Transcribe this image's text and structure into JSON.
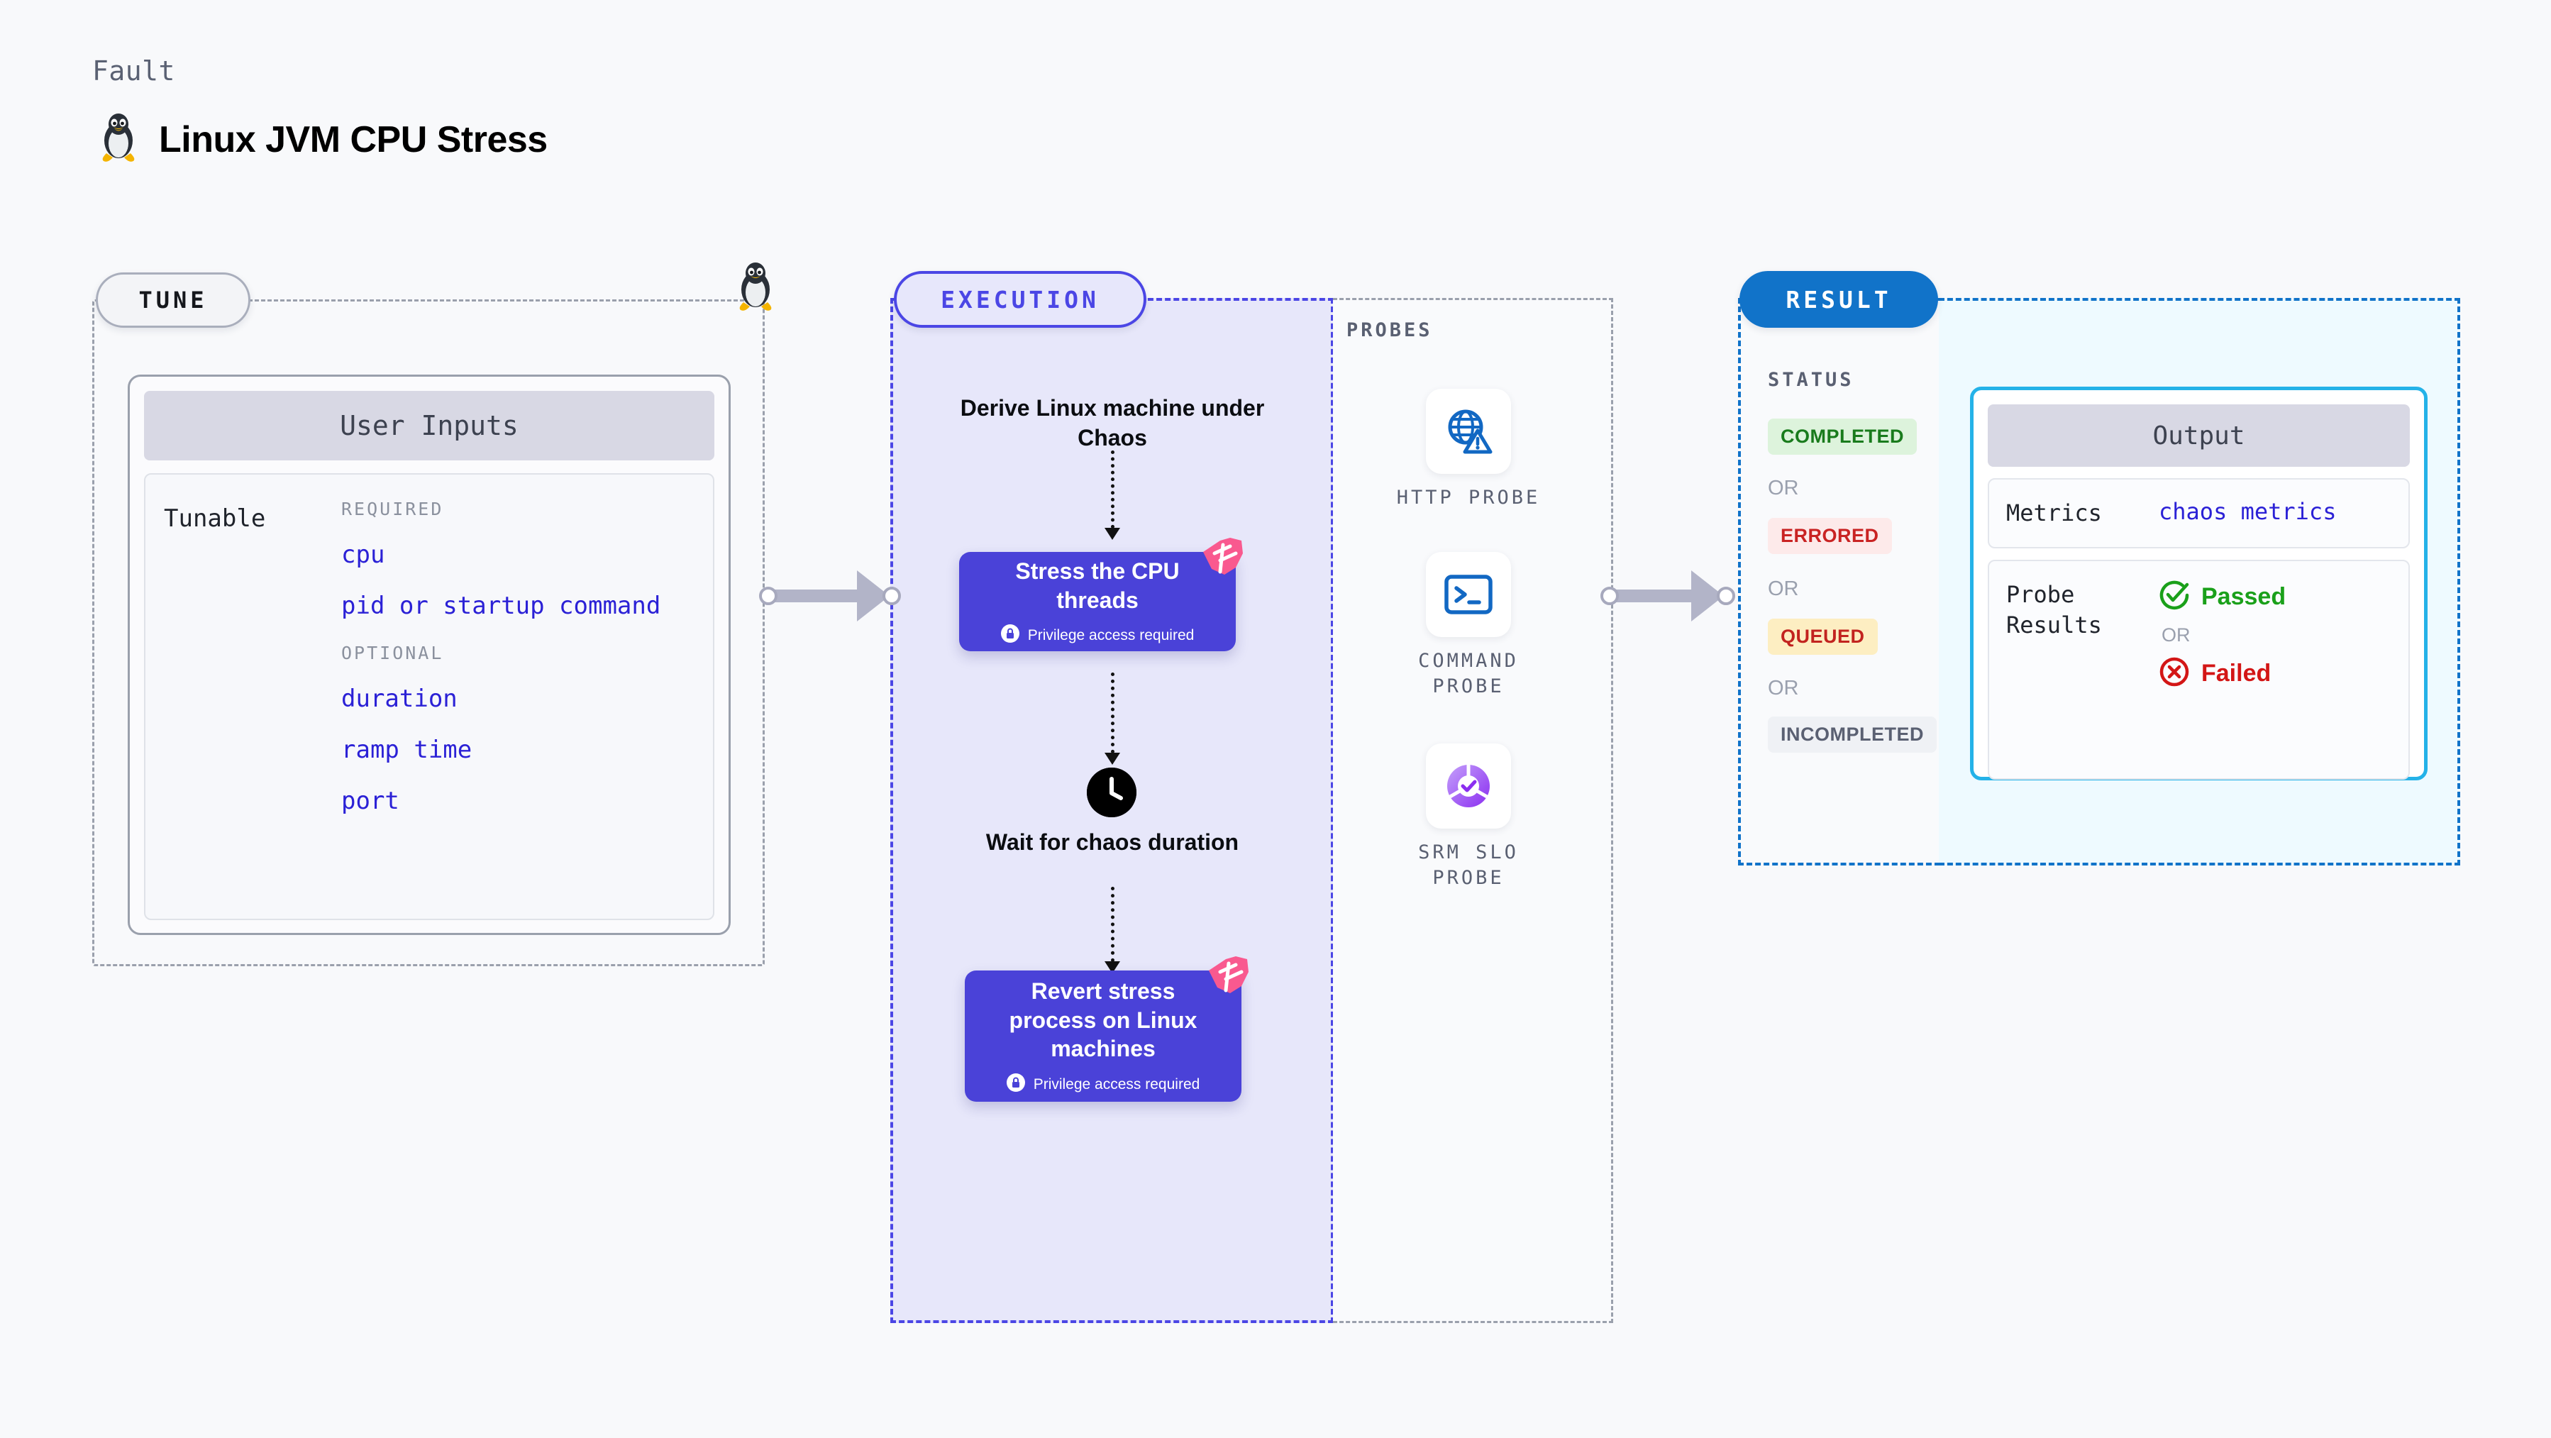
{
  "header": {
    "kicker": "Fault",
    "title": "Linux JVM CPU Stress",
    "icon": "linux-tux-icon"
  },
  "tune": {
    "pill_label": "TUNE",
    "card_title": "User Inputs",
    "tunable_label": "Tunable",
    "required_title": "REQUIRED",
    "optional_title": "OPTIONAL",
    "required_params": [
      "cpu",
      "pid or startup command"
    ],
    "optional_params": [
      "duration",
      "ramp time",
      "port"
    ]
  },
  "execution": {
    "pill_label": "EXECUTION",
    "steps": [
      {
        "type": "text",
        "label": "Derive Linux machine under Chaos"
      },
      {
        "type": "action",
        "label": "Stress the CPU threads",
        "privilege": "Privilege access required"
      },
      {
        "type": "wait",
        "label": "Wait for chaos duration",
        "icon": "clock-icon"
      },
      {
        "type": "action",
        "label": "Revert stress process on Linux machines",
        "privilege": "Privilege access required"
      }
    ]
  },
  "probes": {
    "title": "PROBES",
    "items": [
      {
        "label": "HTTP PROBE",
        "icon": "globe-warning-icon"
      },
      {
        "label": "COMMAND PROBE",
        "icon": "terminal-icon"
      },
      {
        "label": "SRM SLO PROBE",
        "icon": "slo-donut-check-icon"
      }
    ]
  },
  "result": {
    "pill_label": "RESULT",
    "status_title": "STATUS",
    "or_label": "OR",
    "statuses": [
      {
        "label": "COMPLETED",
        "color": "#197b1c",
        "bg": "#ddf3dc"
      },
      {
        "label": "ERRORED",
        "color": "#c92323",
        "bg": "#fdeaea"
      },
      {
        "label": "QUEUED",
        "color": "#c2231f",
        "bg": "#fdeec2"
      },
      {
        "label": "INCOMPLETED",
        "color": "#5a6072",
        "bg": "#eff1f5"
      }
    ],
    "output": {
      "title": "Output",
      "metrics_key": "Metrics",
      "metrics_value": "chaos metrics",
      "probe_results_key": "Probe Results",
      "passed_label": "Passed",
      "failed_label": "Failed",
      "or_label": "OR"
    }
  },
  "colors": {
    "accent_indigo": "#4b46e5",
    "accent_blue": "#1173c9",
    "accent_cyan": "#24b2e8",
    "param_blue": "#2b21d6",
    "pink_badge": "#f9598f"
  }
}
